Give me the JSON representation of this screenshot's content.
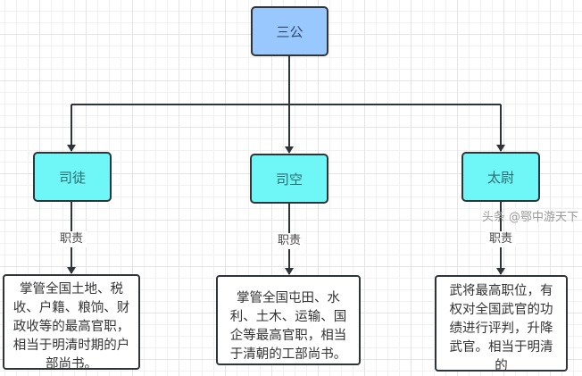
{
  "diagram": {
    "root": {
      "label": "三公"
    },
    "edge_label": "职责",
    "branches": [
      {
        "label": "司徒",
        "description": "掌管全国土地、税收、户籍、粮饷、财政收等的最高官职，相当于明清时期的户部尚书。"
      },
      {
        "label": "司空",
        "description": "掌管全国屯田、水利、土木、运输、国企等最高官职，相当于清朝的工部尚书。"
      },
      {
        "label": "太尉",
        "description": "武将最高职位，有权对全国武官的功绩进行评判，升降武官。相当于明清的"
      }
    ],
    "watermark": "头条 @鄂中游天下"
  },
  "colors": {
    "root_fill": "#99c8ff",
    "branch_fill": "#6ff7f7",
    "stroke": "#2f3438"
  }
}
